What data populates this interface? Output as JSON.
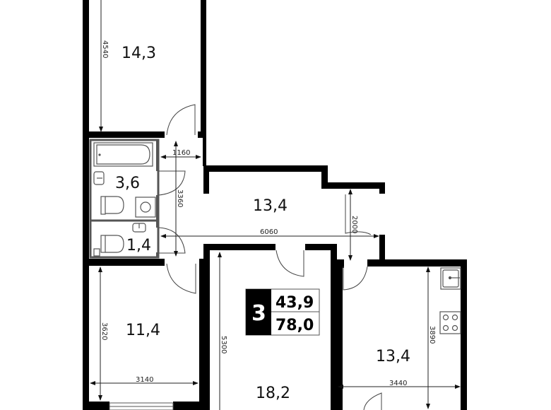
{
  "plan": {
    "rooms": [
      {
        "id": "bedroom-top",
        "area": "14,3"
      },
      {
        "id": "bathroom",
        "area": "3,6"
      },
      {
        "id": "toilet",
        "area": "1,4"
      },
      {
        "id": "hall",
        "area": "13,4"
      },
      {
        "id": "bedroom-left",
        "area": "11,4"
      },
      {
        "id": "living-room",
        "area": "18,2"
      },
      {
        "id": "kitchen",
        "area": "13,4"
      }
    ],
    "dimensions": {
      "bedroom_top_height": "4540",
      "bath_width": "1160",
      "bath_height": "3360",
      "hall_width": "6060",
      "hall_height": "2000",
      "bedroom_left_height": "3620",
      "bedroom_left_width": "3140",
      "living_height": "5300",
      "kitchen_height": "3890",
      "kitchen_width": "3440"
    },
    "badge": {
      "rooms_count": "3",
      "living_area": "43,9",
      "total_area": "78,0"
    },
    "colors": {
      "wall": "#000000",
      "fixture": "#555555",
      "background": "#ffffff"
    }
  }
}
